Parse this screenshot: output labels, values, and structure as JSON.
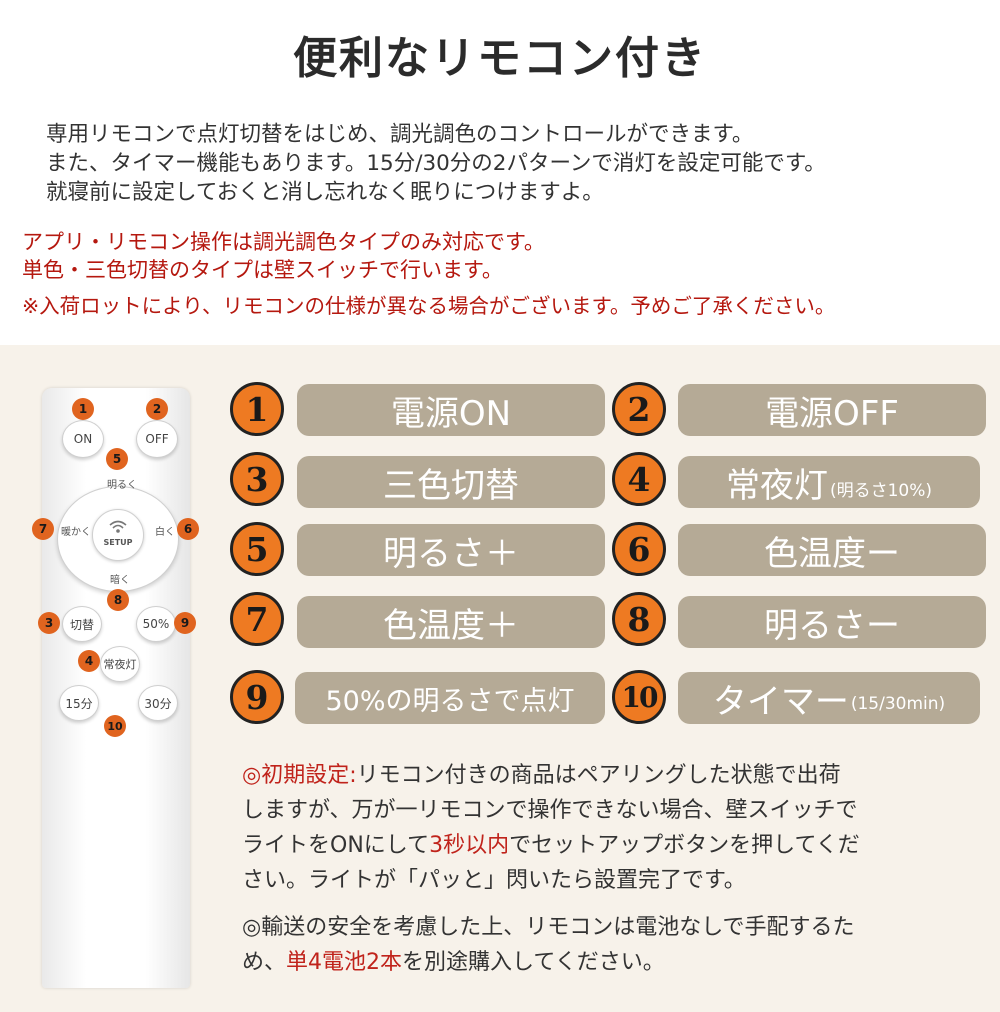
{
  "title": "便利なリモコン付き",
  "intro": [
    "専用リモコンで点灯切替をはじめ、調光調色のコントロールができます。",
    "また、タイマー機能もあります。15分/30分の2パターンで消灯を設定可能です。",
    "就寝前に設定しておくと消し忘れなく眠りにつけますよ。"
  ],
  "notes": [
    "アプリ・リモコン操作は調光調色タイプのみ対応です。",
    "単色・三色切替のタイプは壁スイッチで行います。",
    "※入荷ロットにより、リモコンの仕様が異なる場合がございます。予めご了承ください。"
  ],
  "remote": {
    "btn_on": "ON",
    "btn_off": "OFF",
    "up": "明るく",
    "down": "暗く",
    "left": "暖かく",
    "right": "白く",
    "setup": "SETUP",
    "btn_switch": "切替",
    "btn_50": "50%",
    "btn_night": "常夜灯",
    "btn_15": "15分",
    "btn_30": "30分",
    "markers": [
      "1",
      "2",
      "3",
      "4",
      "5",
      "6",
      "7",
      "8",
      "9",
      "10"
    ]
  },
  "functions": [
    {
      "num": "1",
      "label": "電源ON",
      "sub": ""
    },
    {
      "num": "2",
      "label": "電源OFF",
      "sub": ""
    },
    {
      "num": "3",
      "label": "三色切替",
      "sub": ""
    },
    {
      "num": "4",
      "label": "常夜灯",
      "sub": "(明るさ10%)"
    },
    {
      "num": "5",
      "label": "明るさ＋",
      "sub": ""
    },
    {
      "num": "6",
      "label": "色温度ー",
      "sub": ""
    },
    {
      "num": "7",
      "label": "色温度＋",
      "sub": ""
    },
    {
      "num": "8",
      "label": "明るさー",
      "sub": ""
    },
    {
      "num": "9",
      "label": "50%の明るさで点灯",
      "sub": ""
    },
    {
      "num": "10",
      "label": "タイマー",
      "sub": "(15/30min)"
    }
  ],
  "info1": {
    "head": "◎初期設定:",
    "a": "リモコン付きの商品はペアリングした状態で出荷",
    "b": "しますが、万が一リモコンで操作できない場合、壁スイッチで",
    "c1": "ライトをONにして",
    "c_hl": "3秒以内",
    "c2": "でセットアップボタンを押してくだ",
    "d": "さい。ライトが「パッと」閃いたら設置完了です。"
  },
  "info2": {
    "a": "◎輸送の安全を考慮した上、リモコンは電池なしで手配するた",
    "b1": "め、",
    "b_hl": "単4電池2本",
    "b2": "を別途購入してください。"
  },
  "colors": {
    "accent": "#ee7a22",
    "pill": "#b5aa96",
    "warning": "#b5180f",
    "panel": "#f7f2ea"
  }
}
